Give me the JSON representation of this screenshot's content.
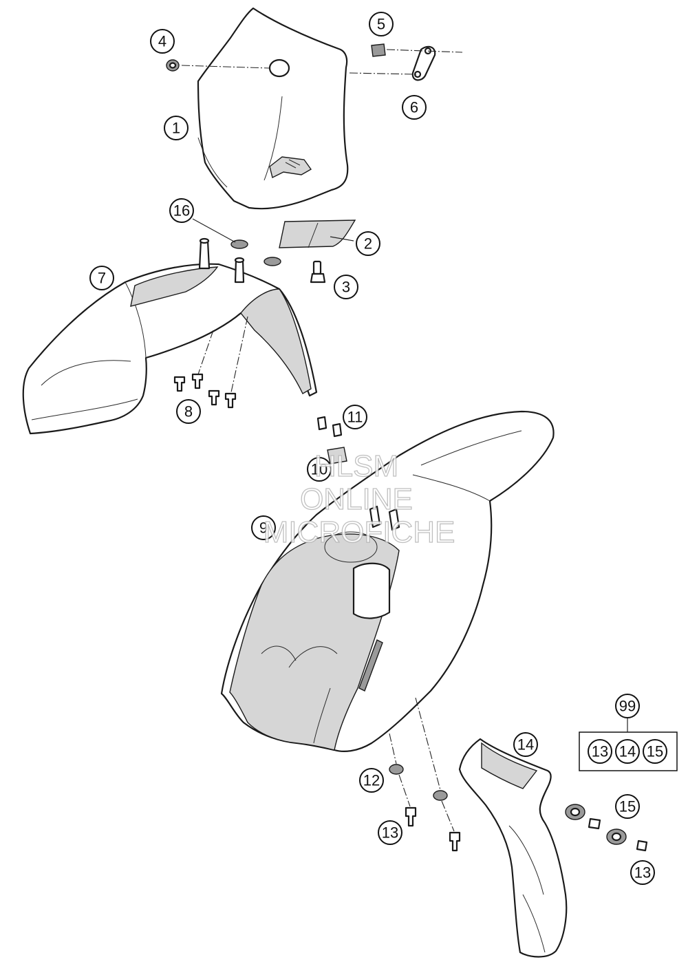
{
  "callouts": [
    {
      "id": "1",
      "label": "1"
    },
    {
      "id": "2",
      "label": "2"
    },
    {
      "id": "3",
      "label": "3"
    },
    {
      "id": "4",
      "label": "4"
    },
    {
      "id": "5",
      "label": "5"
    },
    {
      "id": "6",
      "label": "6"
    },
    {
      "id": "7",
      "label": "7"
    },
    {
      "id": "8",
      "label": "8"
    },
    {
      "id": "9",
      "label": "9"
    },
    {
      "id": "10",
      "label": "10"
    },
    {
      "id": "11",
      "label": "11"
    },
    {
      "id": "12",
      "label": "12"
    },
    {
      "id": "13a",
      "label": "13"
    },
    {
      "id": "13b",
      "label": "13"
    },
    {
      "id": "14",
      "label": "14"
    },
    {
      "id": "15",
      "label": "15"
    },
    {
      "id": "16",
      "label": "16"
    },
    {
      "id": "99",
      "label": "99"
    }
  ],
  "kit": {
    "label": "99",
    "items": [
      "13",
      "14",
      "15"
    ]
  },
  "watermark": {
    "line1": "HLSM",
    "line2": "ONLINE",
    "line3": "MICROFICHE"
  }
}
